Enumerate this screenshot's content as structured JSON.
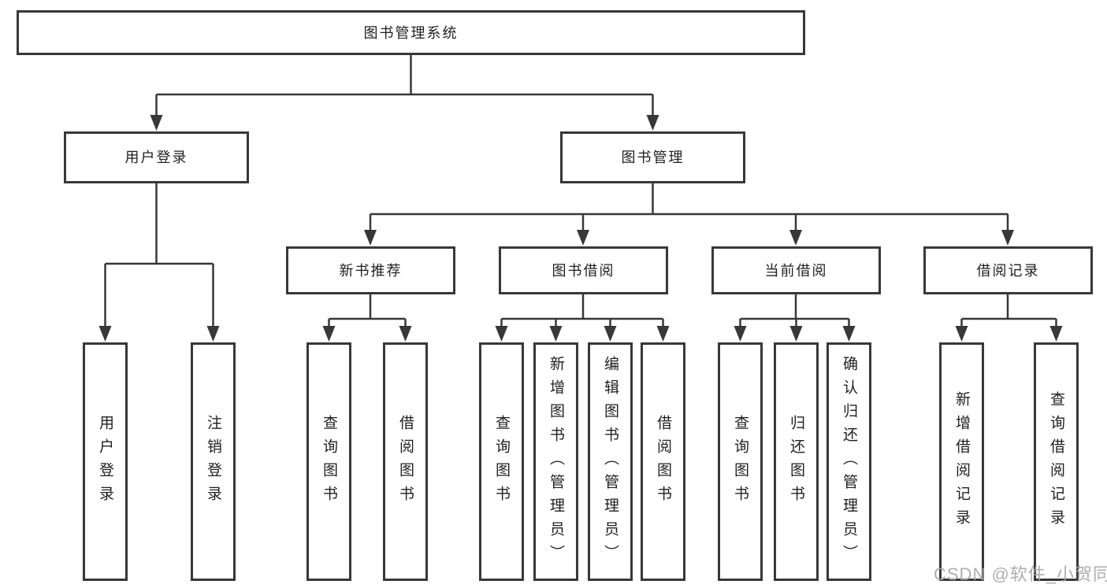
{
  "diagram": {
    "root": "图书管理系统",
    "level2": {
      "user_login": "用户登录",
      "book_management": "图书管理"
    },
    "user_login_children": [
      "用户登录",
      "注销登录"
    ],
    "level3": {
      "new_book": "新书推荐",
      "book_borrow": "图书借阅",
      "current_borrow": "当前借阅",
      "borrow_records": "借阅记录"
    },
    "new_book_children": [
      "查询图书",
      "借阅图书"
    ],
    "book_borrow_children": [
      "查询图书",
      "新增图书（管理员）",
      "编辑图书（管理员）",
      "借阅图书"
    ],
    "current_borrow_children": [
      "查询图书",
      "归还图书",
      "确认归还（管理员）"
    ],
    "borrow_records_children": [
      "新增借阅记录",
      "查询借阅记录"
    ]
  },
  "watermark": "CSDN @软件_小贺同学",
  "colors": {
    "line": "#383838",
    "text": "#1f1f1f",
    "watermark": "#a5a5a5",
    "background": "#ffffff"
  }
}
